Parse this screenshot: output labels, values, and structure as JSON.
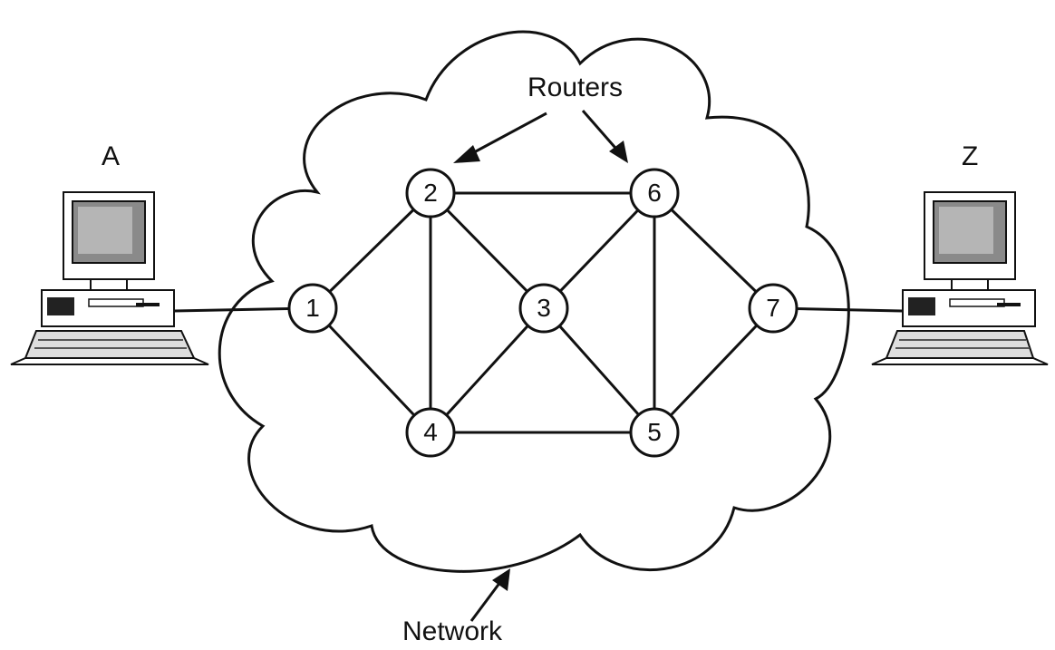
{
  "labels": {
    "routers": "Routers",
    "network": "Network",
    "host_a": "A",
    "host_z": "Z"
  },
  "routers": [
    {
      "id": "1",
      "label": "1"
    },
    {
      "id": "2",
      "label": "2"
    },
    {
      "id": "3",
      "label": "3"
    },
    {
      "id": "4",
      "label": "4"
    },
    {
      "id": "5",
      "label": "5"
    },
    {
      "id": "6",
      "label": "6"
    },
    {
      "id": "7",
      "label": "7"
    }
  ],
  "links": [
    [
      "A",
      "1"
    ],
    [
      "1",
      "2"
    ],
    [
      "1",
      "4"
    ],
    [
      "2",
      "6"
    ],
    [
      "2",
      "4"
    ],
    [
      "2",
      "3"
    ],
    [
      "3",
      "6"
    ],
    [
      "3",
      "4"
    ],
    [
      "3",
      "5"
    ],
    [
      "6",
      "5"
    ],
    [
      "6",
      "7"
    ],
    [
      "4",
      "5"
    ],
    [
      "5",
      "7"
    ],
    [
      "7",
      "Z"
    ]
  ],
  "colors": {
    "stroke": "#111111",
    "screen": "#8a8a8a",
    "background": "#ffffff"
  }
}
